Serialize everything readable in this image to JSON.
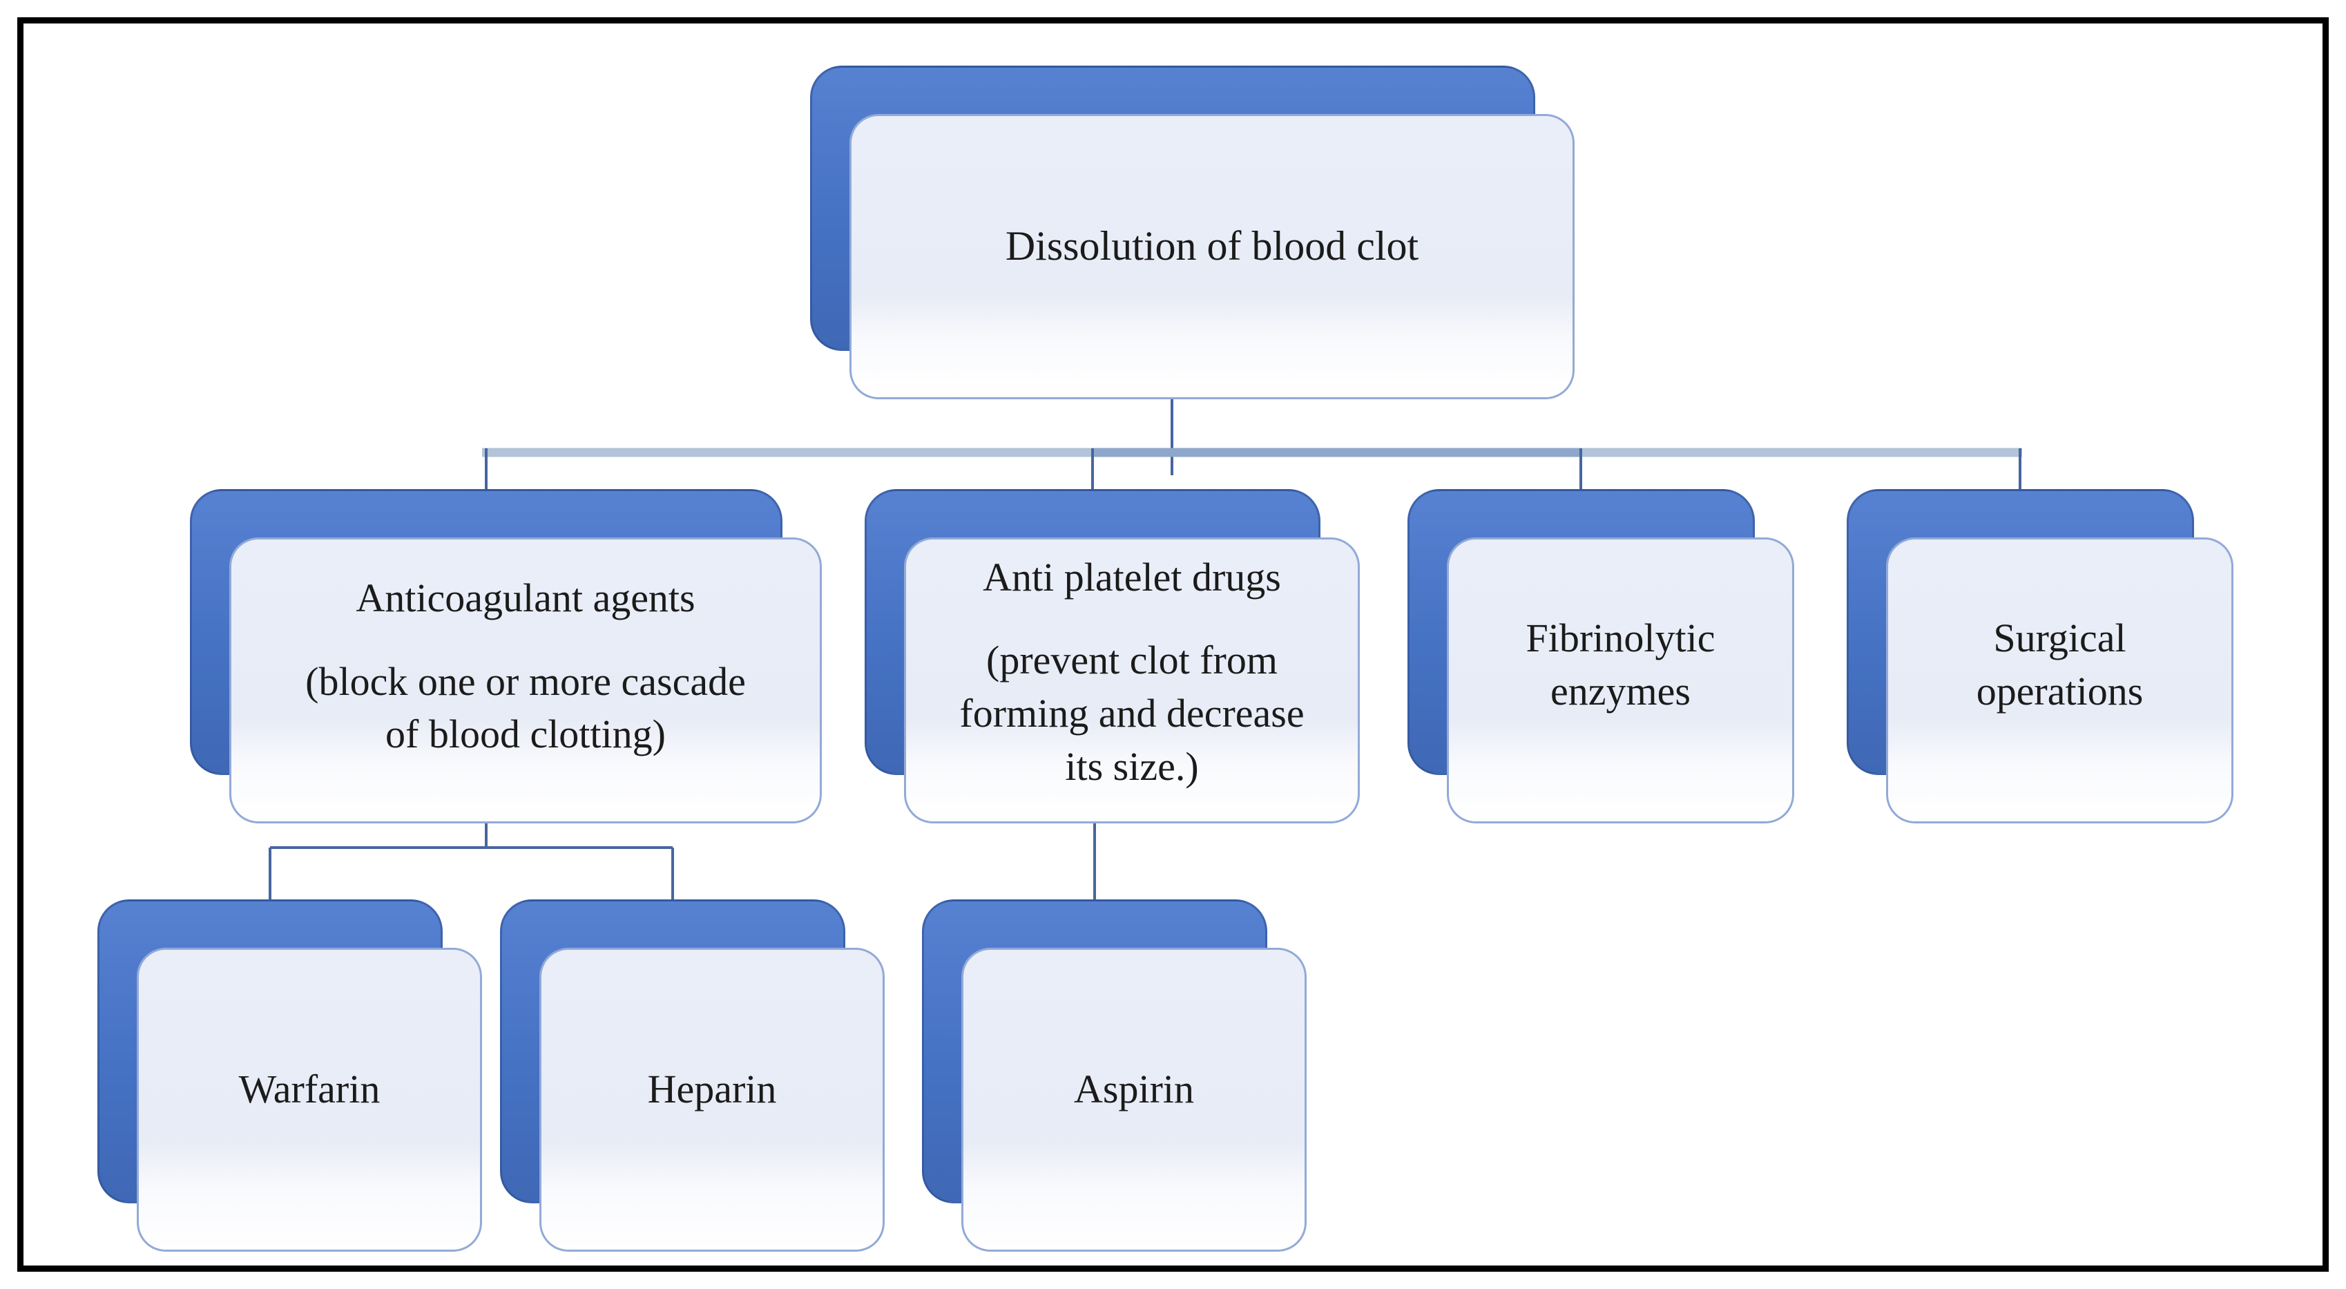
{
  "figure": {
    "type": "hierarchy-flowchart",
    "description": "Treatment options for dissolution of blood clot"
  },
  "nodes": {
    "root": {
      "label": "Dissolution of blood clot"
    },
    "anticoagulant": {
      "title": "Anticoagulant agents",
      "subtitle": "(block one or more cascade of blood clotting)"
    },
    "antiplatelet": {
      "title": "Anti platelet drugs",
      "subtitle": "(prevent clot from forming and decrease its size.)"
    },
    "fibrinolytic": {
      "title": "Fibrinolytic enzymes"
    },
    "surgical": {
      "title": "Surgical operations"
    },
    "warfarin": {
      "label": "Warfarin"
    },
    "heparin": {
      "label": "Heparin"
    },
    "aspirin": {
      "label": "Aspirin"
    }
  },
  "edges": [
    {
      "from": "root",
      "to": "anticoagulant"
    },
    {
      "from": "root",
      "to": "antiplatelet"
    },
    {
      "from": "root",
      "to": "fibrinolytic"
    },
    {
      "from": "root",
      "to": "surgical"
    },
    {
      "from": "anticoagulant",
      "to": "warfarin"
    },
    {
      "from": "anticoagulant",
      "to": "heparin"
    },
    {
      "from": "antiplatelet",
      "to": "aspirin"
    }
  ],
  "colors": {
    "shadow_card_blue": "#4672c4",
    "front_card_fill": "#e9edf7",
    "front_card_border": "#92aad7",
    "connector": "#47669f",
    "connector_bus_light": "#b3c3d9",
    "connector_bus_overlap": "#8ea7ca",
    "frame_border": "#000000",
    "text": "#1b1b1b"
  }
}
